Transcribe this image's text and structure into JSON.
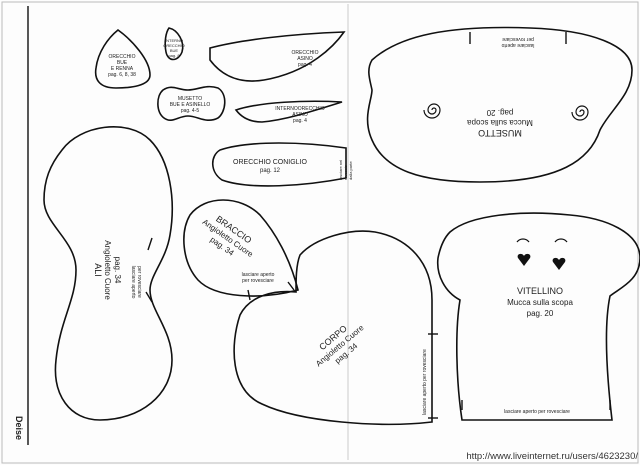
{
  "labels": {
    "orecchio_buie": [
      "ORECCHIO",
      "BUE",
      "E RENNA",
      "pag. 6, 8, 38"
    ],
    "interno_orecchio_bue": [
      "INTERNO",
      "ORECCHIO",
      "BUE",
      "pag. 8"
    ],
    "orecchio_asino": [
      "ORECCHIO",
      "ASINO",
      "pag. 4"
    ],
    "musetto_bue": [
      "MUSETTO",
      "BUE E ASINELLO",
      "pag. 4-5"
    ],
    "interno_orecchio_asino": [
      "INTERNOORECCHIO",
      "ASINO",
      "pag. 4"
    ],
    "orecchio_coniglio": [
      "ORECCHIO CONIGLIO",
      "pag. 12"
    ],
    "orecchio_coniglio_note": [
      "lasciare nel",
      "rovescio",
      "dalla parte"
    ],
    "musetto": [
      "MUSETTO",
      "Mucca sulla scopa",
      "pag. 20"
    ],
    "musetto_note": [
      "lasciare aperto",
      "per rovesciare"
    ],
    "ali": [
      "ALI",
      "Angioletto Cuore",
      "pag. 34"
    ],
    "ali_note": [
      "lasciare aperto",
      "per rovesciare"
    ],
    "braccio": [
      "BRACCIO",
      "Angioletto Cuore",
      "pag. 34"
    ],
    "braccio_note": [
      "lasciare aperto",
      "per rovesciare"
    ],
    "corpo": [
      "CORPO",
      "Angioletto Cuore",
      "pag. 34"
    ],
    "corpo_note": "lasciare aperto per rovesciare",
    "vitellino": [
      "VITELLINO",
      "Mucca sulla scopa",
      "pag. 20"
    ],
    "vitellino_note": "lasciare aperto per rovesciare",
    "signature": "Deise",
    "watermark": "http://www.liveinternet.ru/users/4623230/"
  }
}
